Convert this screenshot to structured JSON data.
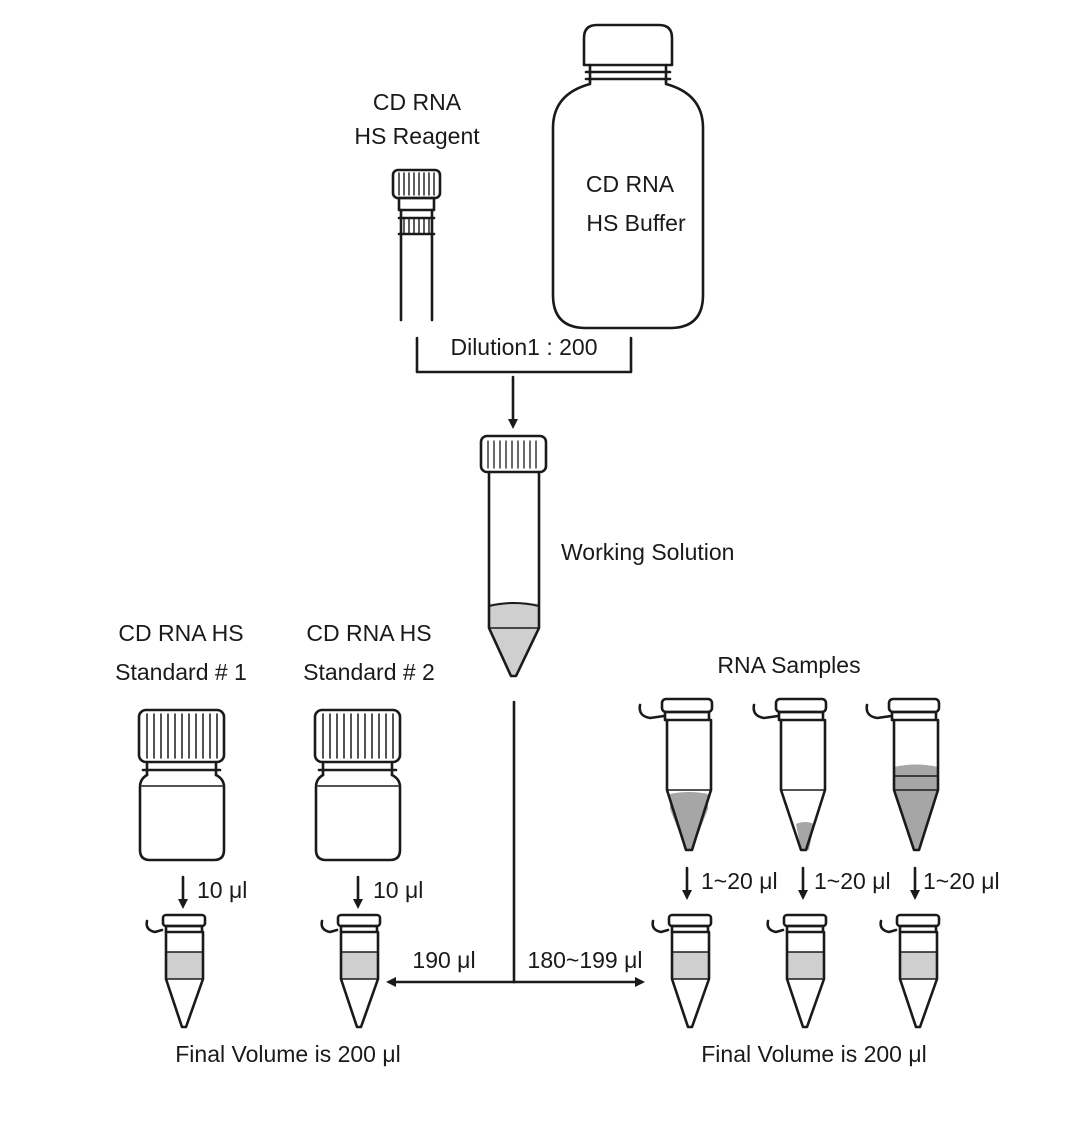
{
  "reagent": {
    "line1": "CD RNA",
    "line2": "HS Reagent"
  },
  "buffer": {
    "line1": "CD RNA",
    "line2": "HS Buffer"
  },
  "dilution": {
    "label": "Dilution1 : 200"
  },
  "working_solution": {
    "label": "Working Solution"
  },
  "standard1": {
    "line1": "CD RNA HS",
    "line2": "Standard # 1",
    "volume": "10 μl"
  },
  "standard2": {
    "line1": "CD RNA HS",
    "line2": "Standard # 2",
    "volume": "10 μl"
  },
  "samples": {
    "title": "RNA Samples",
    "volumes": [
      "1~20 μl",
      "1~20 μl",
      "1~20 μl"
    ]
  },
  "split": {
    "left_volume": "190 μl",
    "right_volume": "180~199 μl"
  },
  "final": {
    "left": "Final Volume is 200 μl",
    "right": "Final Volume is 200 μl"
  },
  "colors": {
    "line": "#1a1a1a",
    "liquid": "#cfcfcf",
    "liquid_dark": "#a6a6a6"
  }
}
